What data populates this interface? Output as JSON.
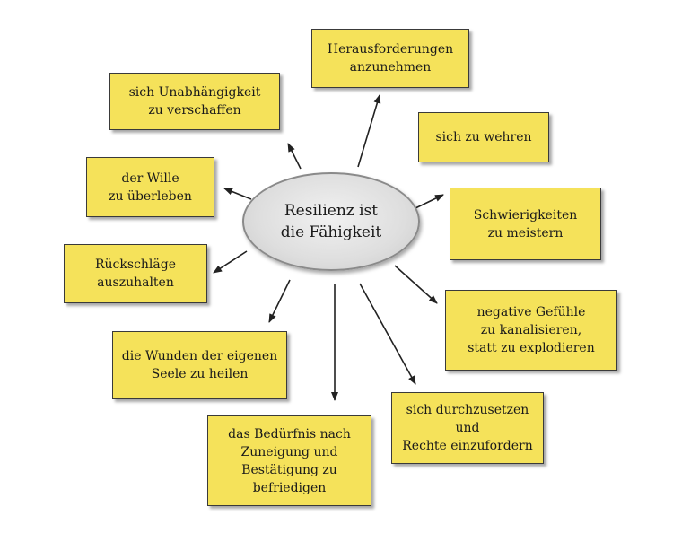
{
  "center": {
    "label": "Resilienz ist\ndie Fähigkeit"
  },
  "boxes": {
    "herausforderungen": "Herausforderungen\nanzunehmen",
    "unabhaengigkeit": "sich Unabhängigkeit\nzu verschaffen",
    "wehren": "sich zu wehren",
    "wille": "der Wille\nzu überleben",
    "schwierigkeiten": "Schwierigkeiten\nzu meistern",
    "rueckschlaege": "Rückschläge\nauszuhalten",
    "gefuehle": "negative Gefühle\nzu kanalisieren,\nstatt zu explodieren",
    "wunden": "die Wunden der eigenen\nSeele zu heilen",
    "durchzusetzen": "sich durchzusetzen\nund\nRechte einzufordern",
    "beduerfnis": "das Bedürfnis nach\nZuneigung und\nBestätigung zu\nbefriedigen"
  },
  "colors": {
    "box_fill": "#f5e25a",
    "center_fill": "#dedede",
    "arrow": "#222222"
  }
}
